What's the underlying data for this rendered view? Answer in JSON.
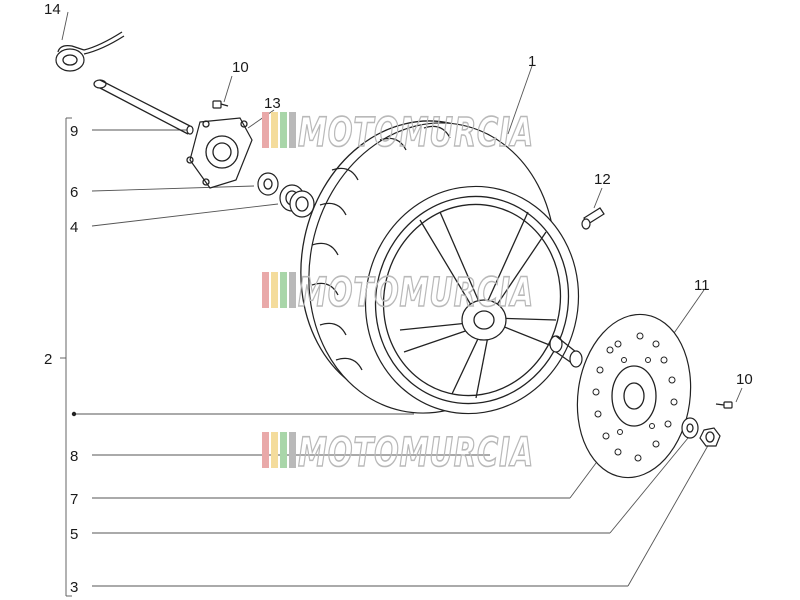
{
  "labels": {
    "l14": "14",
    "l10a": "10",
    "l13": "13",
    "l1": "1",
    "l9": "9",
    "l6": "6",
    "l4": "4",
    "l12": "12",
    "l11": "11",
    "l2": "2",
    "l10b": "10",
    "l8": "8",
    "l7": "7",
    "l5": "5",
    "l3": "3"
  },
  "watermark": {
    "text": "MOTOMURCIA"
  },
  "colors": {
    "stripe1": "#e9a9a9",
    "stripe2": "#f4dc9c",
    "stripe3": "#a9d6a9",
    "stripe4": "#b9b9b9"
  }
}
